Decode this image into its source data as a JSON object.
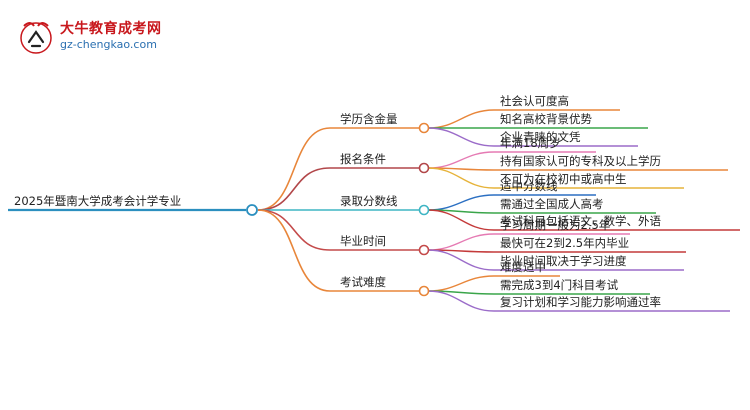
{
  "logo": {
    "icon": "bull-mascot-icon",
    "title": "大牛教育成考网",
    "url": "gz-chengkao.com"
  },
  "colors": {
    "root": "#2b8fbf",
    "branches": [
      "#e8863a",
      "#b2474a",
      "#3fb5c4",
      "#c44a4a",
      "#e8863a"
    ],
    "leaves": [
      "#e8863a",
      "#3aa54a",
      "#9b6cc9",
      "#e57ab3",
      "#e8863a",
      "#e6b33a",
      "#2b6fc2",
      "#3aa54a",
      "#c43a3a",
      "#e57ab3",
      "#c43a3a",
      "#9b6cc9",
      "#e8863a",
      "#3aa54a",
      "#9b6cc9"
    ]
  },
  "mindmap": {
    "root": "2025年暨南大学成考会计学专业",
    "branches": [
      {
        "label": "学历含金量",
        "children": [
          "社会认可度高",
          "知名高校背景优势",
          "企业青睐的文凭"
        ]
      },
      {
        "label": "报名条件",
        "children": [
          "年满18周岁",
          "持有国家认可的专科及以上学历",
          "不可为在校初中或高中生"
        ]
      },
      {
        "label": "录取分数线",
        "children": [
          "适中分数线",
          "需通过全国成人高考",
          "考试科目包括语文、数学、外语"
        ]
      },
      {
        "label": "毕业时间",
        "children": [
          "学习周期一般为2.5年",
          "最快可在2到2.5年内毕业",
          "毕业时间取决于学习进度"
        ]
      },
      {
        "label": "考试难度",
        "children": [
          "难度适中",
          "需完成3到4门科目考试",
          "复习计划和学习能力影响通过率"
        ]
      }
    ]
  }
}
